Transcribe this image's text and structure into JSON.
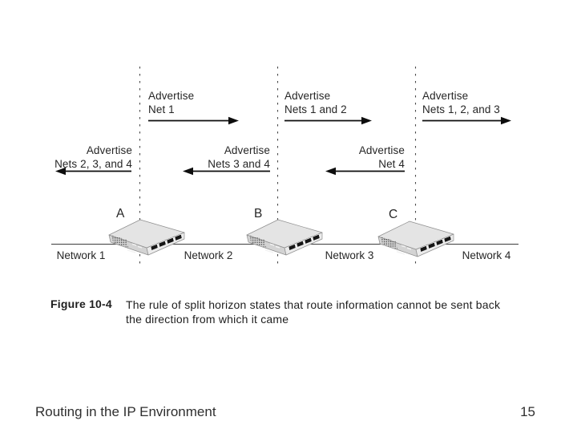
{
  "slide": {
    "advertise_right": [
      {
        "line1": "Advertise",
        "line2": "Net 1"
      },
      {
        "line1": "Advertise",
        "line2": "Nets 1 and 2"
      },
      {
        "line1": "Advertise",
        "line2": "Nets 1, 2, and 3"
      }
    ],
    "advertise_left": [
      {
        "line1": "Advertise",
        "line2": "Nets 2, 3, and 4"
      },
      {
        "line1": "Advertise",
        "line2": "Nets 3 and 4"
      },
      {
        "line1": "Advertise",
        "line2": "Net 4"
      }
    ],
    "router_labels": [
      "A",
      "B",
      "C"
    ],
    "network_labels": [
      "Network 1",
      "Network 2",
      "Network 3",
      "Network 4"
    ],
    "caption": {
      "label": "Figure 10-4",
      "line1": "The rule of split horizon states that route information cannot be sent back",
      "line2": "the direction from which it came"
    },
    "footer": {
      "title": "Routing in the IP Environment",
      "page_number": "15"
    },
    "colors": {
      "text": "#262626",
      "arrow": "#0d0d0d",
      "dashed_line": "#4a4a4a",
      "router_top": "#e4e4e4",
      "router_side": "#d3d3d3",
      "router_front": "#ebebeb",
      "port": "#161616"
    }
  }
}
